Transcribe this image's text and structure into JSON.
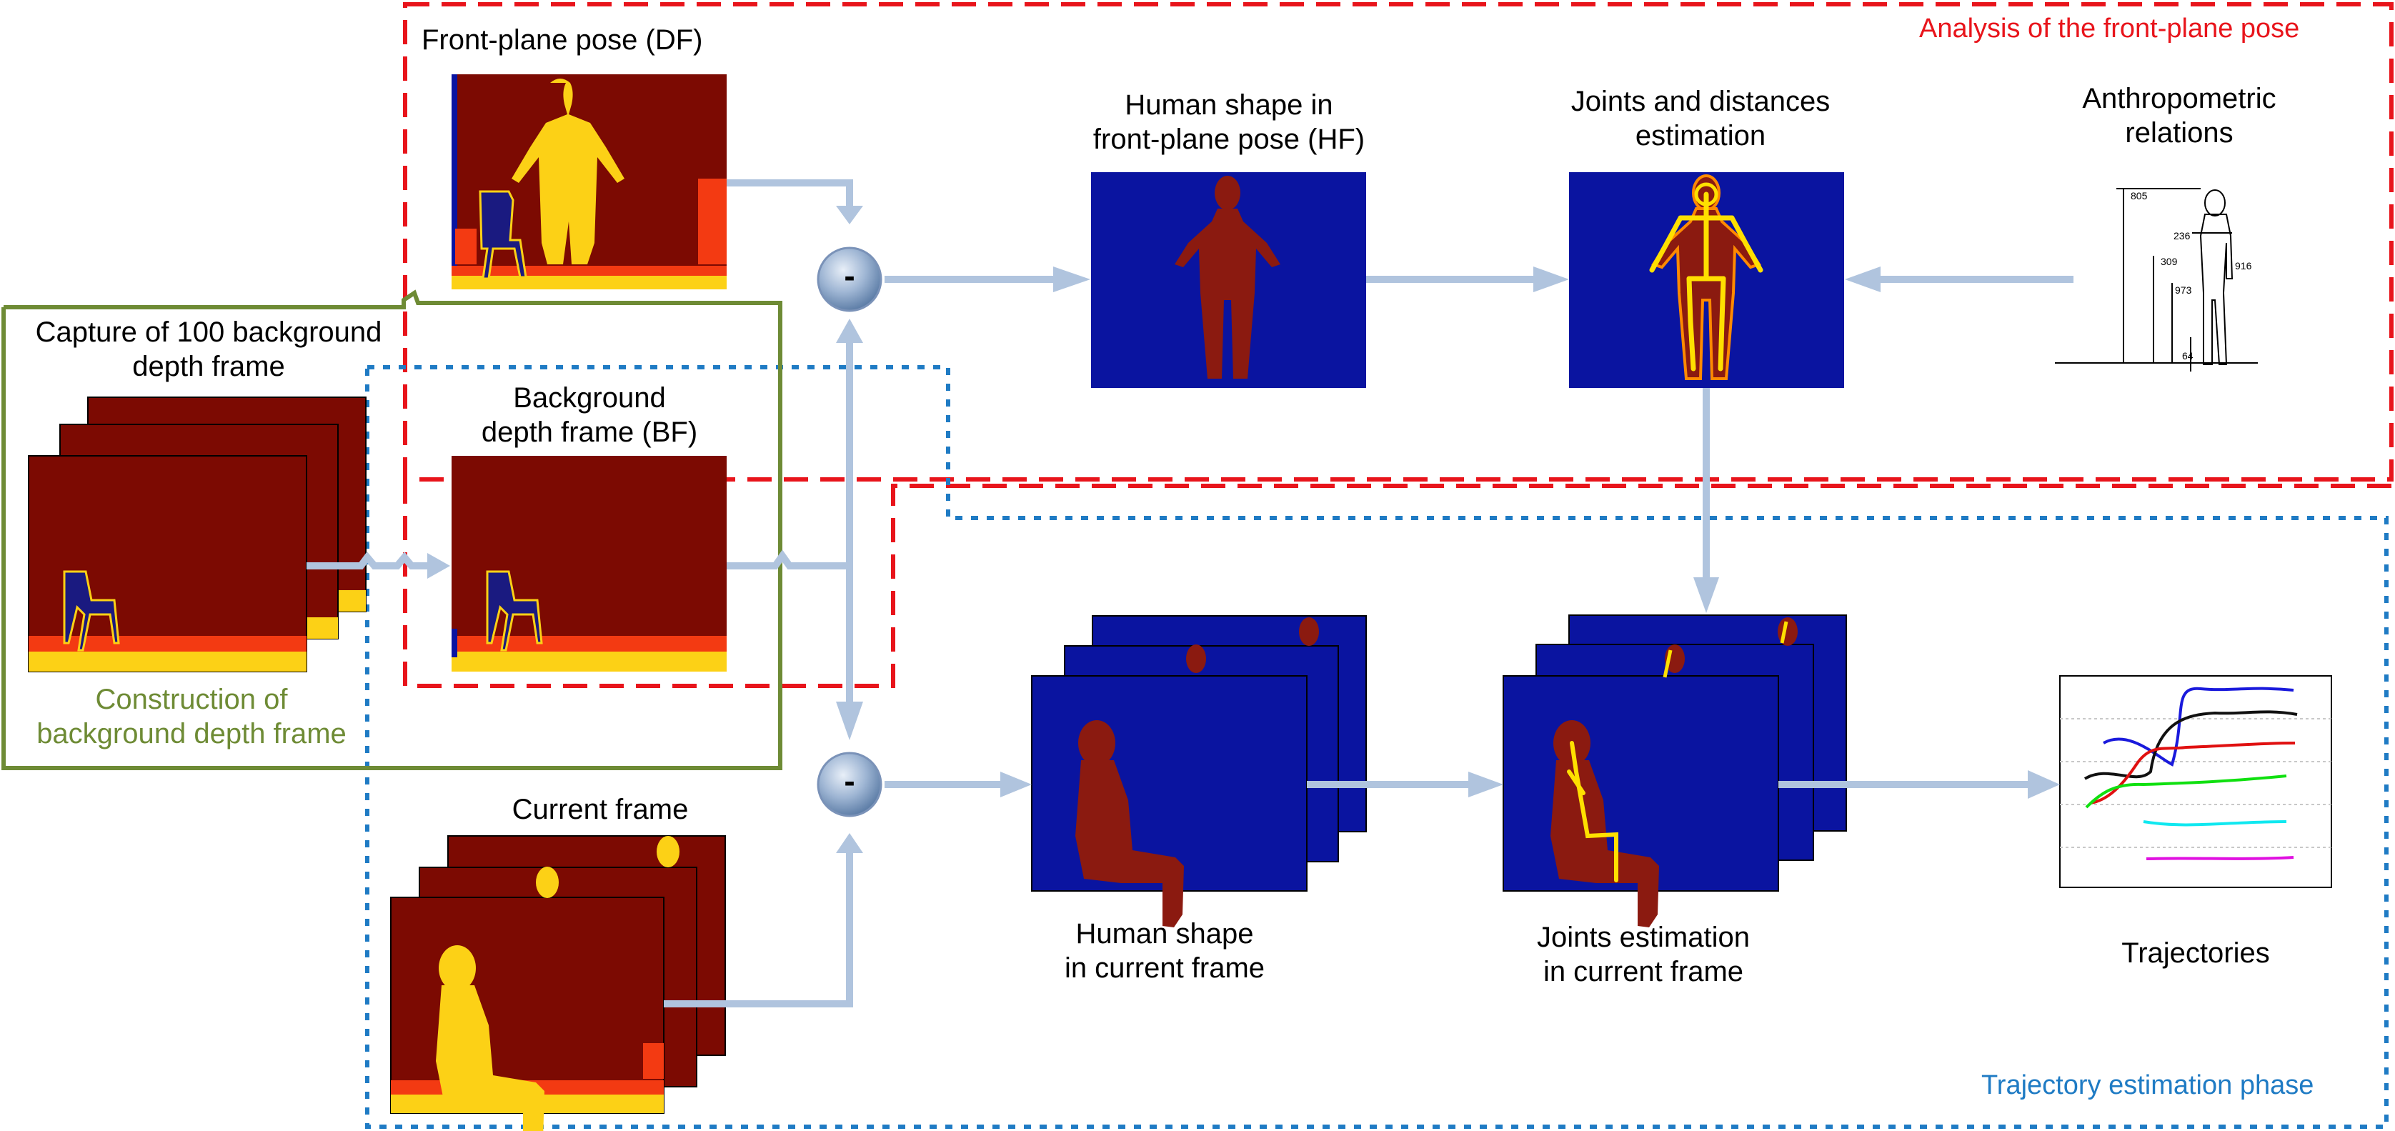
{
  "labels": {
    "front_plane_pose": "Front-plane pose (DF)",
    "capture_title_line1": "Capture of 100 background",
    "capture_title_line2": "depth frame",
    "background_frame_line1": "Background",
    "background_frame_line2": "depth frame (BF)",
    "construction_line1": "Construction  of",
    "construction_line2": "background depth frame",
    "current_frame": "Current frame",
    "human_shape_front_line1": "Human shape in",
    "human_shape_front_line2": "front-plane pose (HF)",
    "joints_distances_line1": "Joints and distances",
    "joints_distances_line2": "estimation",
    "anthropometric_line1": "Anthropometric",
    "anthropometric_line2": "relations",
    "human_shape_current_line1": "Human shape",
    "human_shape_current_line2": "in current frame",
    "joints_current_line1": "Joints estimation",
    "joints_current_line2": "in current frame",
    "trajectories": "Trajectories",
    "analysis_phase": "Analysis of the front-plane pose",
    "trajectory_phase": "Trajectory estimation phase",
    "minus_symbol": "-"
  },
  "anthropometric_measures": [
    "805",
    "236",
    "309",
    "916",
    "973",
    "64"
  ],
  "colors": {
    "analysis_border": "#e8141b",
    "trajectory_border": "#1f7bc4",
    "construction_border": "#6e8b35",
    "arrow": "#b0c4de",
    "depth_dark_red": "#7c0a02",
    "depth_yellow": "#fcd116",
    "depth_orange": "#f33a12",
    "blue_bg": "#0a14a0",
    "shape_red": "#8b1a10",
    "joint_yellow": "#ffe000",
    "trajectory_lines": [
      "#1a1adc",
      "#111111",
      "#e01010",
      "#10e010",
      "#10e8f0",
      "#e010e0"
    ]
  }
}
